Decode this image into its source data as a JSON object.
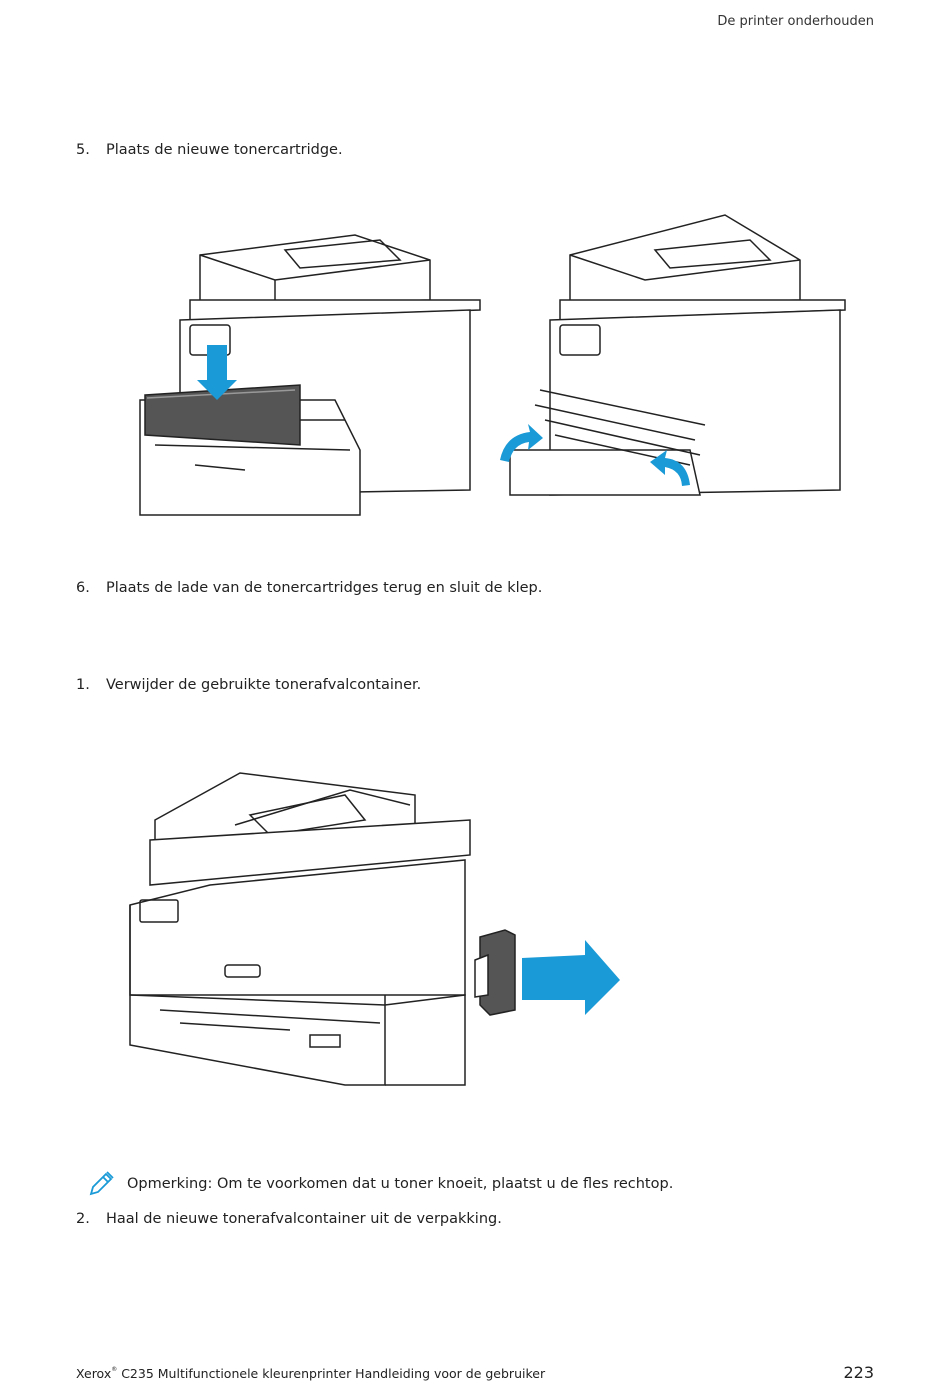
{
  "header": {
    "section": "De printer onderhouden"
  },
  "steps": [
    {
      "num": "5.",
      "text": "Plaats de nieuwe tonercartridge."
    },
    {
      "num": "6.",
      "text": "Plaats de lade van de tonercartridges terug en sluit de klep."
    },
    {
      "num": "1.",
      "text": "Verwijder de gebruikte tonerafvalcontainer."
    },
    {
      "num": "2.",
      "text": "Haal de nieuwe tonerafvalcontainer uit de verpakking."
    }
  ],
  "note": {
    "icon": "pencil-icon",
    "text": "Opmerking: Om te voorkomen dat u toner knoeit, plaatst u de fles rechtop."
  },
  "footer": {
    "brand": "Xerox",
    "reg": "®",
    "title": "C235 Multifunctionele kleurenprinter Handleiding voor de gebruiker",
    "page": "223"
  },
  "colors": {
    "accent": "#1a9ad6"
  }
}
